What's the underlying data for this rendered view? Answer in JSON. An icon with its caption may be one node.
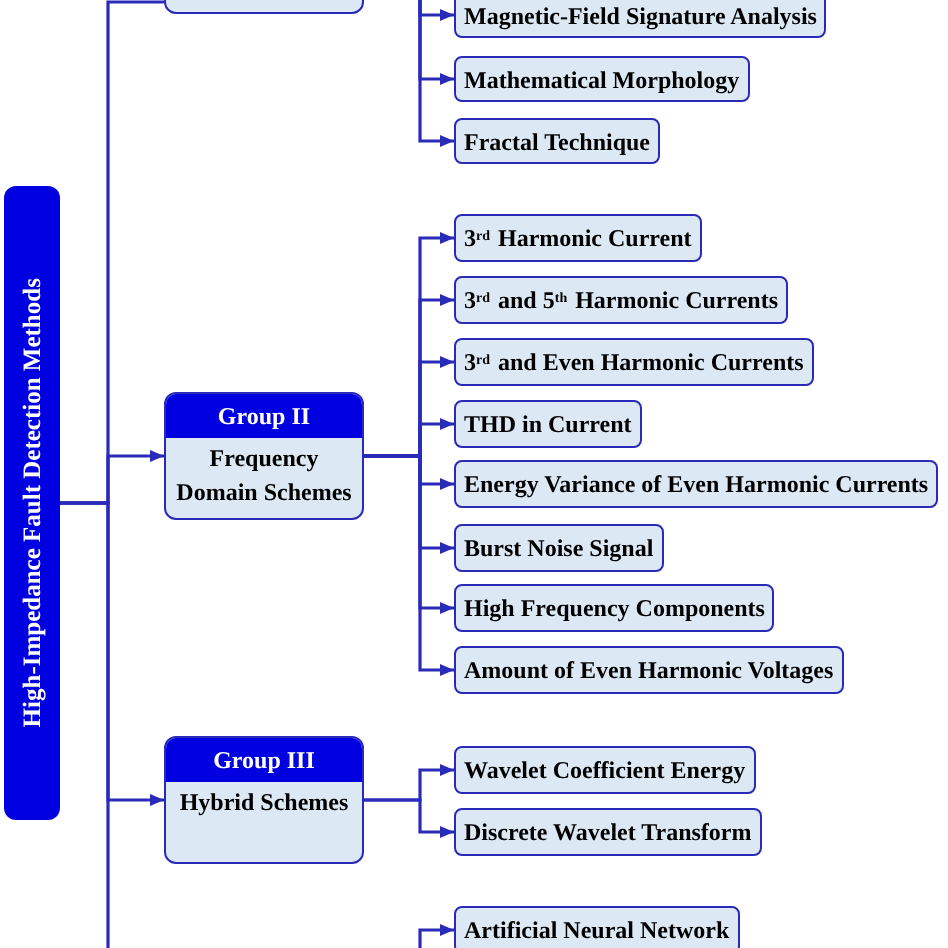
{
  "diagram": {
    "nodes": [
      {
        "text": [
          "High-Impedance Fault Detection Methods"
        ]
      },
      {
        "text": [],
        "shape": "box"
      },
      {
        "text": [
          "Magnetic-Field Signature Analysis"
        ]
      },
      {
        "text": [
          "Mathematical Morphology"
        ]
      },
      {
        "text": [
          "Fractal Technique"
        ]
      },
      {
        "text": [
          "Group II",
          "Frequency Domain Schemes"
        ]
      },
      {
        "text": [
          "3$^{rd}$ Harmonic Current"
        ]
      },
      {
        "text": [
          "3$^{rd}$ and 5$^{th}$ Harmonic Currents"
        ]
      },
      {
        "text": [
          "3$^{rd}$ and Even Harmonic Currents"
        ]
      },
      {
        "text": [
          "THD in Current"
        ]
      },
      {
        "text": [
          "Energy Variance of Even Harmonic Currents"
        ]
      },
      {
        "text": [
          "Burst Noise Signal"
        ]
      },
      {
        "text": [
          "High Frequency Components"
        ]
      },
      {
        "text": [
          "Amount of Even Harmonic Voltages"
        ]
      },
      {
        "text": [
          "Group III",
          "Hybrid Schemes"
        ]
      },
      {
        "text": [
          "Wavelet Coefficient Energy"
        ]
      },
      {
        "text": [
          "Discrete Wavelet Transform"
        ]
      },
      {
        "text": [
          "Artificial Neural Network"
        ]
      }
    ],
    "edges": [
      {
        "from": 0,
        "to": 1,
        "arrow": "none"
      },
      {
        "from": 0,
        "to": 5,
        "arrow": "to"
      },
      {
        "from": 0,
        "to": 14,
        "arrow": "to"
      },
      {
        "from": 0,
        "to": null,
        "arrow": "none"
      },
      {
        "from": 1,
        "to": 2,
        "arrow": "to"
      },
      {
        "from": 1,
        "to": 3,
        "arrow": "to"
      },
      {
        "from": 1,
        "to": 4,
        "arrow": "to"
      },
      {
        "from": 5,
        "to": 6,
        "arrow": "to"
      },
      {
        "from": 5,
        "to": 7,
        "arrow": "to"
      },
      {
        "from": 5,
        "to": 8,
        "arrow": "to"
      },
      {
        "from": 5,
        "to": 9,
        "arrow": "to"
      },
      {
        "from": 5,
        "to": 10,
        "arrow": "to"
      },
      {
        "from": 5,
        "to": 11,
        "arrow": "to"
      },
      {
        "from": 5,
        "to": 12,
        "arrow": "to"
      },
      {
        "from": 5,
        "to": 13,
        "arrow": "to"
      },
      {
        "from": 14,
        "to": 15,
        "arrow": "to"
      },
      {
        "from": 14,
        "to": 16,
        "arrow": "to"
      },
      {
        "from": null,
        "to": 17,
        "arrow": "to"
      }
    ]
  }
}
